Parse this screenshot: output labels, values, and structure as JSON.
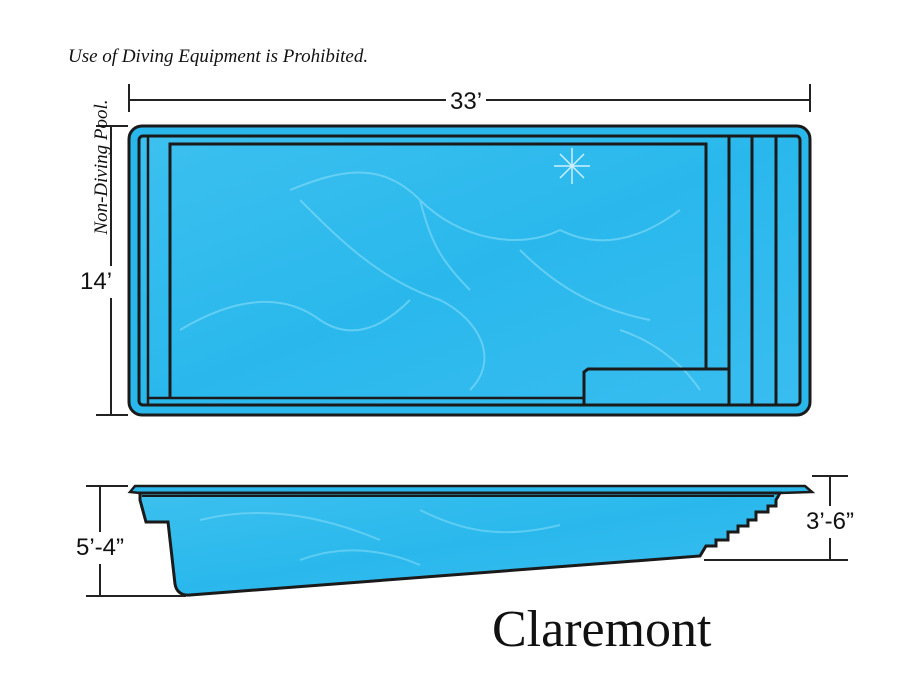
{
  "notice": {
    "text": "Use of Diving Equipment is Prohibited."
  },
  "side_note": {
    "text": "Non-Diving Pool."
  },
  "dimensions": {
    "length": "33’",
    "width": "14’",
    "deep_end": "5’-4”",
    "shallow_end": "3’-6”"
  },
  "model": {
    "name": "Claremont"
  },
  "colors": {
    "water": "#2ab8ec",
    "water_light": "#5fd0f5",
    "outline": "#1a1a1a",
    "dimension_line": "#222222",
    "background": "#ffffff"
  }
}
